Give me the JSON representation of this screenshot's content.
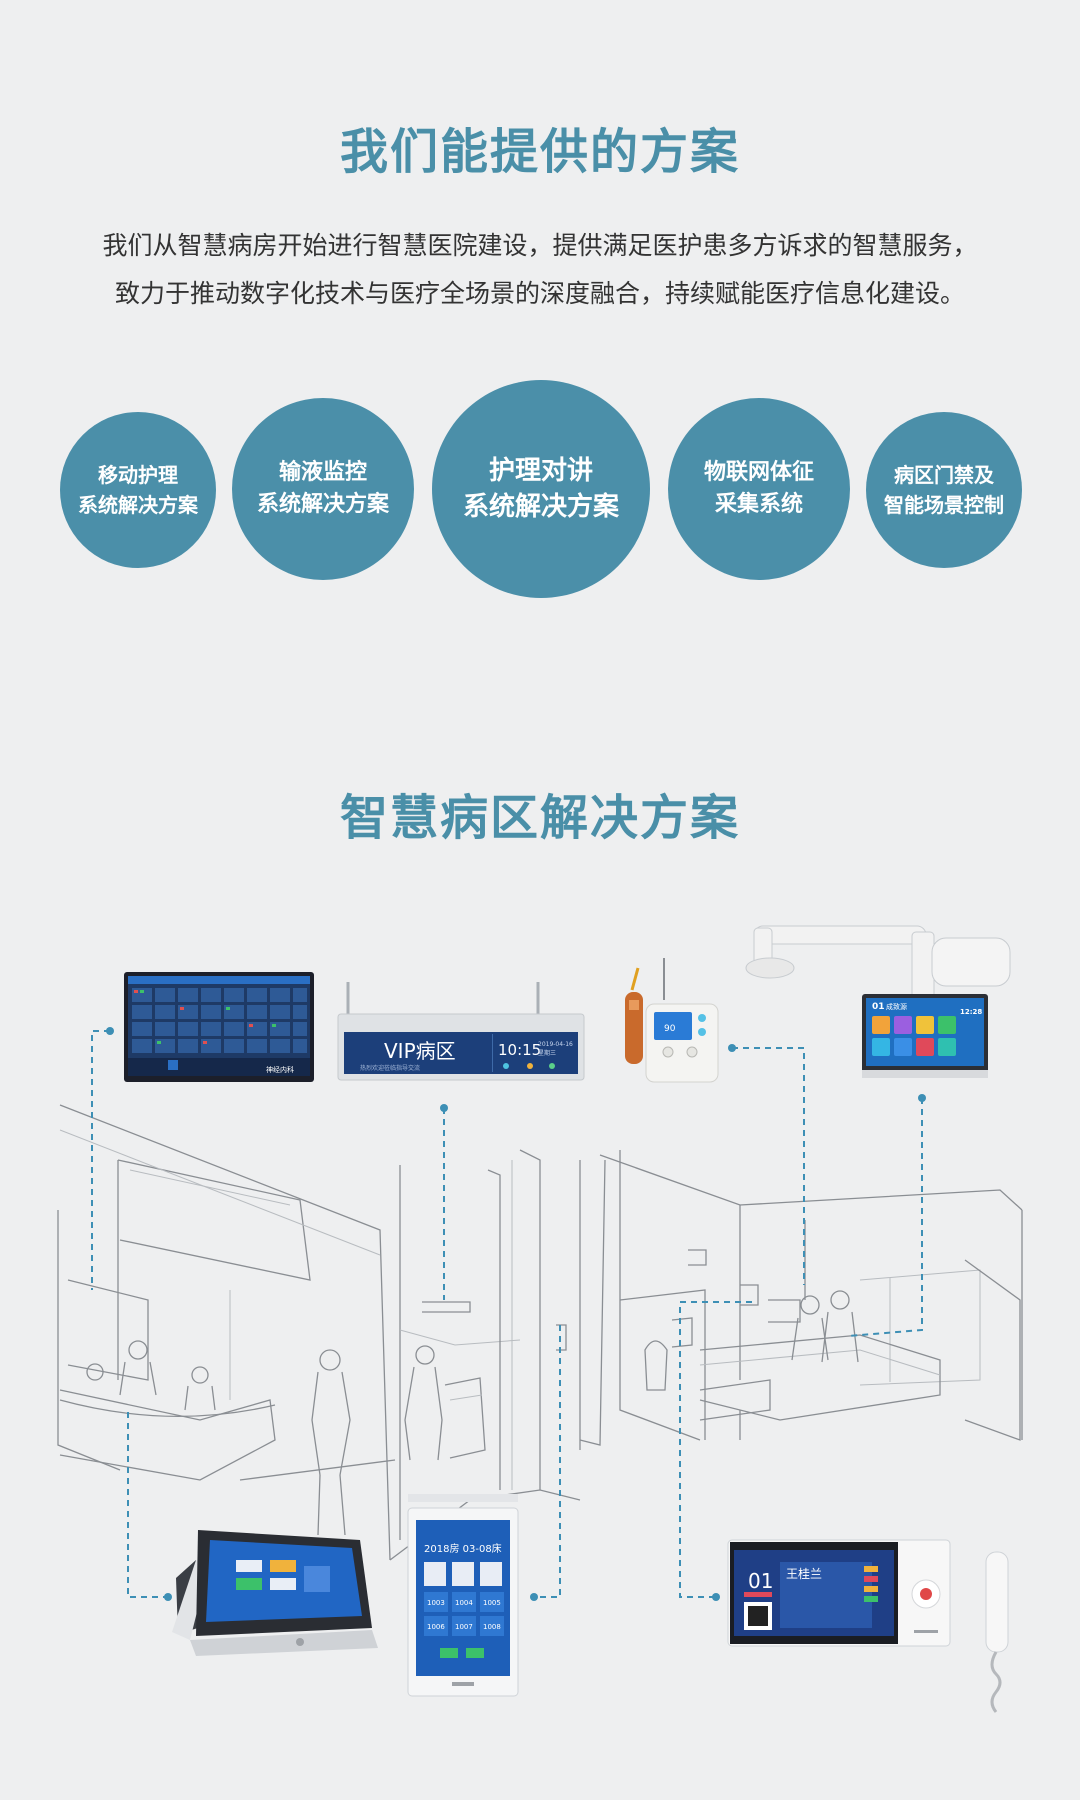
{
  "section1": {
    "title": "我们能提供的方案",
    "intro_line1": "我们从智慧病房开始进行智慧医院建设，提供满足医护患多方诉求的智慧服务，",
    "intro_line2": "致力于推动数字化技术与医疗全场景的深度融合，持续赋能医疗信息化建设。",
    "solutions": [
      {
        "line1": "移动护理",
        "line2": "系统解决方案"
      },
      {
        "line1": "输液监控",
        "line2": "系统解决方案"
      },
      {
        "line1": "护理对讲",
        "line2": "系统解决方案"
      },
      {
        "line1": "物联网体征",
        "line2": "采集系统"
      },
      {
        "line1": "病区门禁及",
        "line2": "智能场景控制"
      }
    ]
  },
  "section2": {
    "title": "智慧病区解决方案",
    "devices": {
      "corridor_sign": {
        "label": "VIP病区",
        "time": "10:15",
        "date": "2019-04-16",
        "weekday": "星期三",
        "marquee": "热烈欢迎莅临指导交流"
      },
      "bedside_terminal": {
        "bed_no": "01",
        "name": "成致源",
        "time": "12:28"
      },
      "door_display": {
        "room": "2018房 03-08床",
        "beds": [
          "1003",
          "1004",
          "1005",
          "1006",
          "1007",
          "1008"
        ]
      },
      "bedhead_unit": {
        "bed_no": "01",
        "patient": "王桂兰"
      },
      "nurse_station_screen": {
        "footer": "神经内科"
      }
    }
  },
  "colors": {
    "accent": "#4a8fa8",
    "circle": "#4b8fa9",
    "connector": "#3d8fb5",
    "background": "#eeeff0"
  }
}
